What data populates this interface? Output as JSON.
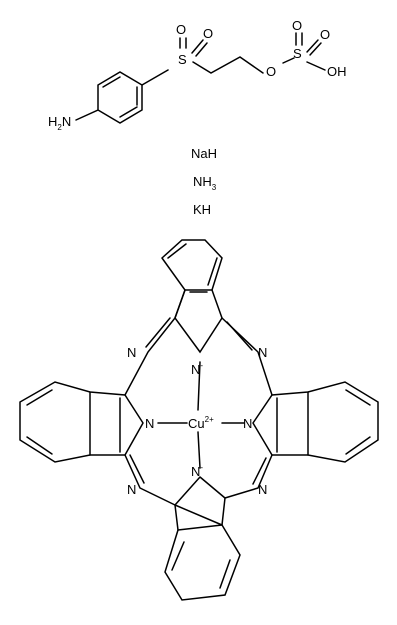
{
  "sulfonyl_fragment": {
    "amine": {
      "symbol": "H",
      "sub": "2",
      "tail": "N"
    },
    "sulfonyl_s": "S",
    "sulfonyl_o1": "O",
    "sulfonyl_o2": "O",
    "ester_o": "O",
    "sulfate_s": "S",
    "sulfate_o1": "O",
    "sulfate_o2": "O",
    "hydroxyl": "OH"
  },
  "salts": {
    "sodium_hydride": "NaH",
    "ammonia": {
      "main": "NH",
      "sub": "3"
    },
    "potassium_hydride": "KH"
  },
  "phthalocyanine": {
    "metal": {
      "symbol": "Cu",
      "charge": "2+"
    },
    "pyrrole_top": {
      "symbol": "N",
      "charge": "-"
    },
    "pyrrole_bottom": {
      "symbol": "N",
      "charge": "-"
    },
    "pyrrole_left": "N",
    "pyrrole_right": "N",
    "meso_top_left": "N",
    "meso_top_right": "N",
    "meso_bottom_left": "N",
    "meso_bottom_right": "N"
  }
}
